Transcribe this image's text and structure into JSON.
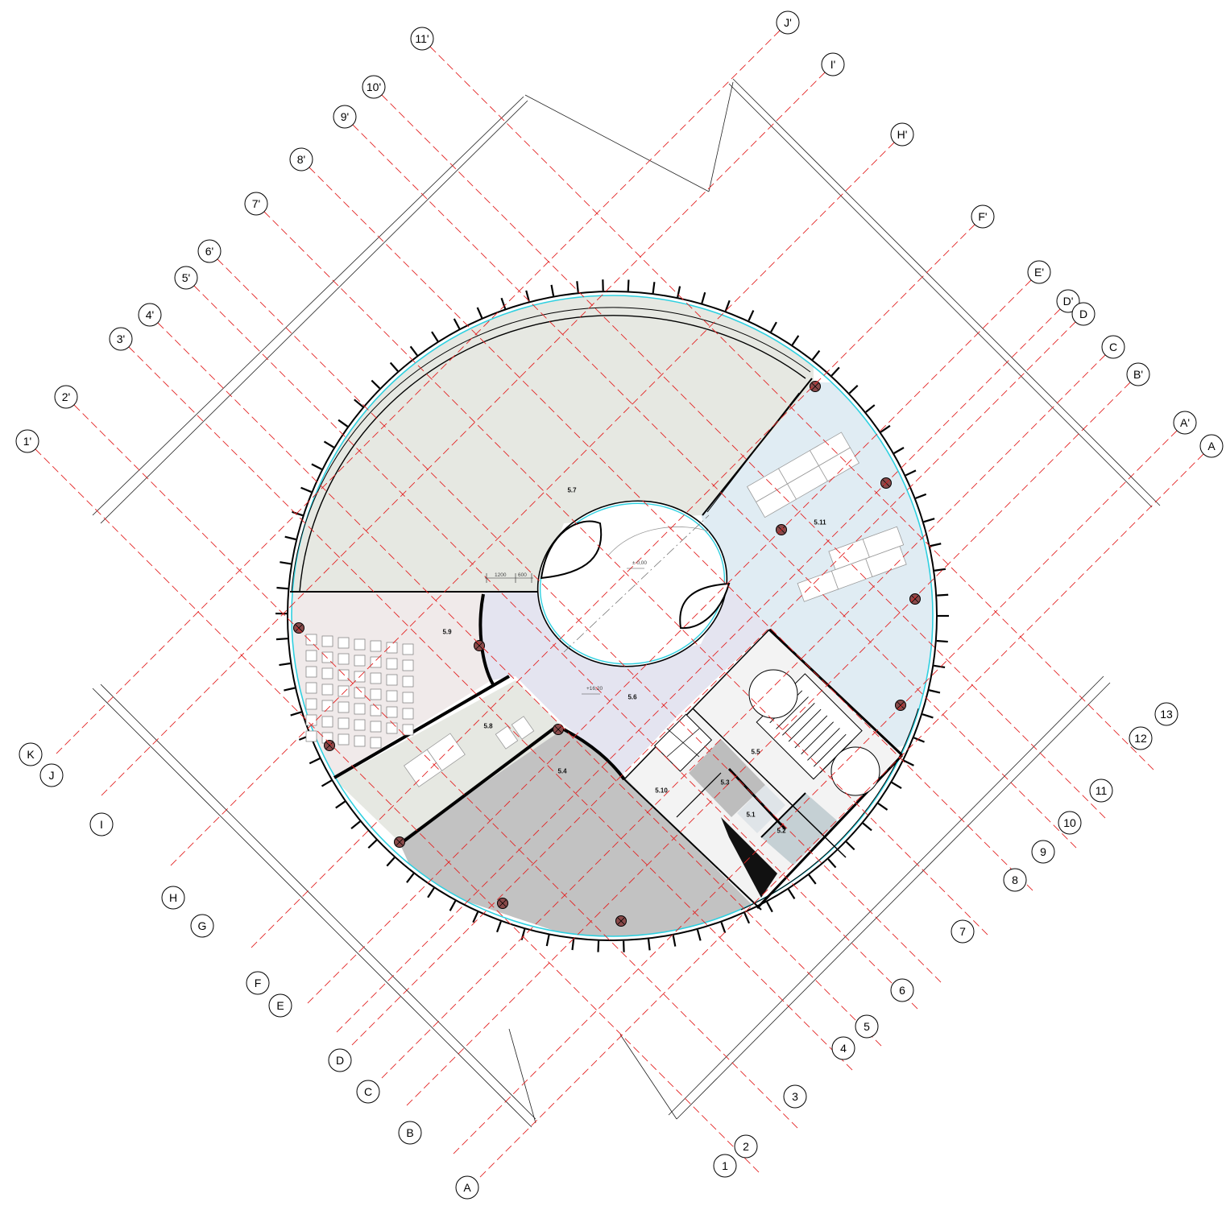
{
  "plan": {
    "level_top": "± 0,00",
    "level_main": "+16,20",
    "dims": {
      "d1": "1200",
      "d2": "600"
    }
  },
  "rooms": [
    {
      "id": "5.1",
      "label": "5.1"
    },
    {
      "id": "5.2",
      "label": "5.2"
    },
    {
      "id": "5.3",
      "label": "5.3"
    },
    {
      "id": "5.4",
      "label": "5.4"
    },
    {
      "id": "5.5",
      "label": "5.5"
    },
    {
      "id": "5.6",
      "label": "5.6"
    },
    {
      "id": "5.7",
      "label": "5.7"
    },
    {
      "id": "5.8",
      "label": "5.8"
    },
    {
      "id": "5.9",
      "label": "5.9"
    },
    {
      "id": "5.10",
      "label": "5.10"
    },
    {
      "id": "5.11",
      "label": "5.11"
    }
  ],
  "grid_bubbles": {
    "top_primed_numbers": [
      "1'",
      "2'",
      "3'",
      "4'",
      "5'",
      "6'",
      "7'",
      "8'",
      "9'",
      "10'",
      "11'"
    ],
    "top_primed_letters": [
      "J'",
      "I'",
      "H'",
      "F'",
      "E'",
      "D'",
      "D",
      "C",
      "B'",
      "A'",
      "A"
    ],
    "left_letters": [
      "K",
      "J",
      "I",
      "H",
      "G",
      "F",
      "E",
      "D",
      "C",
      "B",
      "A"
    ],
    "bottom_numbers": [
      "1",
      "2",
      "3",
      "4",
      "5",
      "6",
      "7",
      "8",
      "9",
      "10",
      "11",
      "12",
      "13"
    ]
  },
  "colors": {
    "grid": "#e32424",
    "glazing": "#2fd0e0",
    "room_5_7": "#e6e8e2",
    "room_5_11": "#e0ecf3",
    "room_5_6": "#e4e4f0",
    "room_5_9": "#f0eaea",
    "room_5_4": "#c2c2c2",
    "room_5_8": "#e6e8e2",
    "column": "#8a4a4a"
  }
}
